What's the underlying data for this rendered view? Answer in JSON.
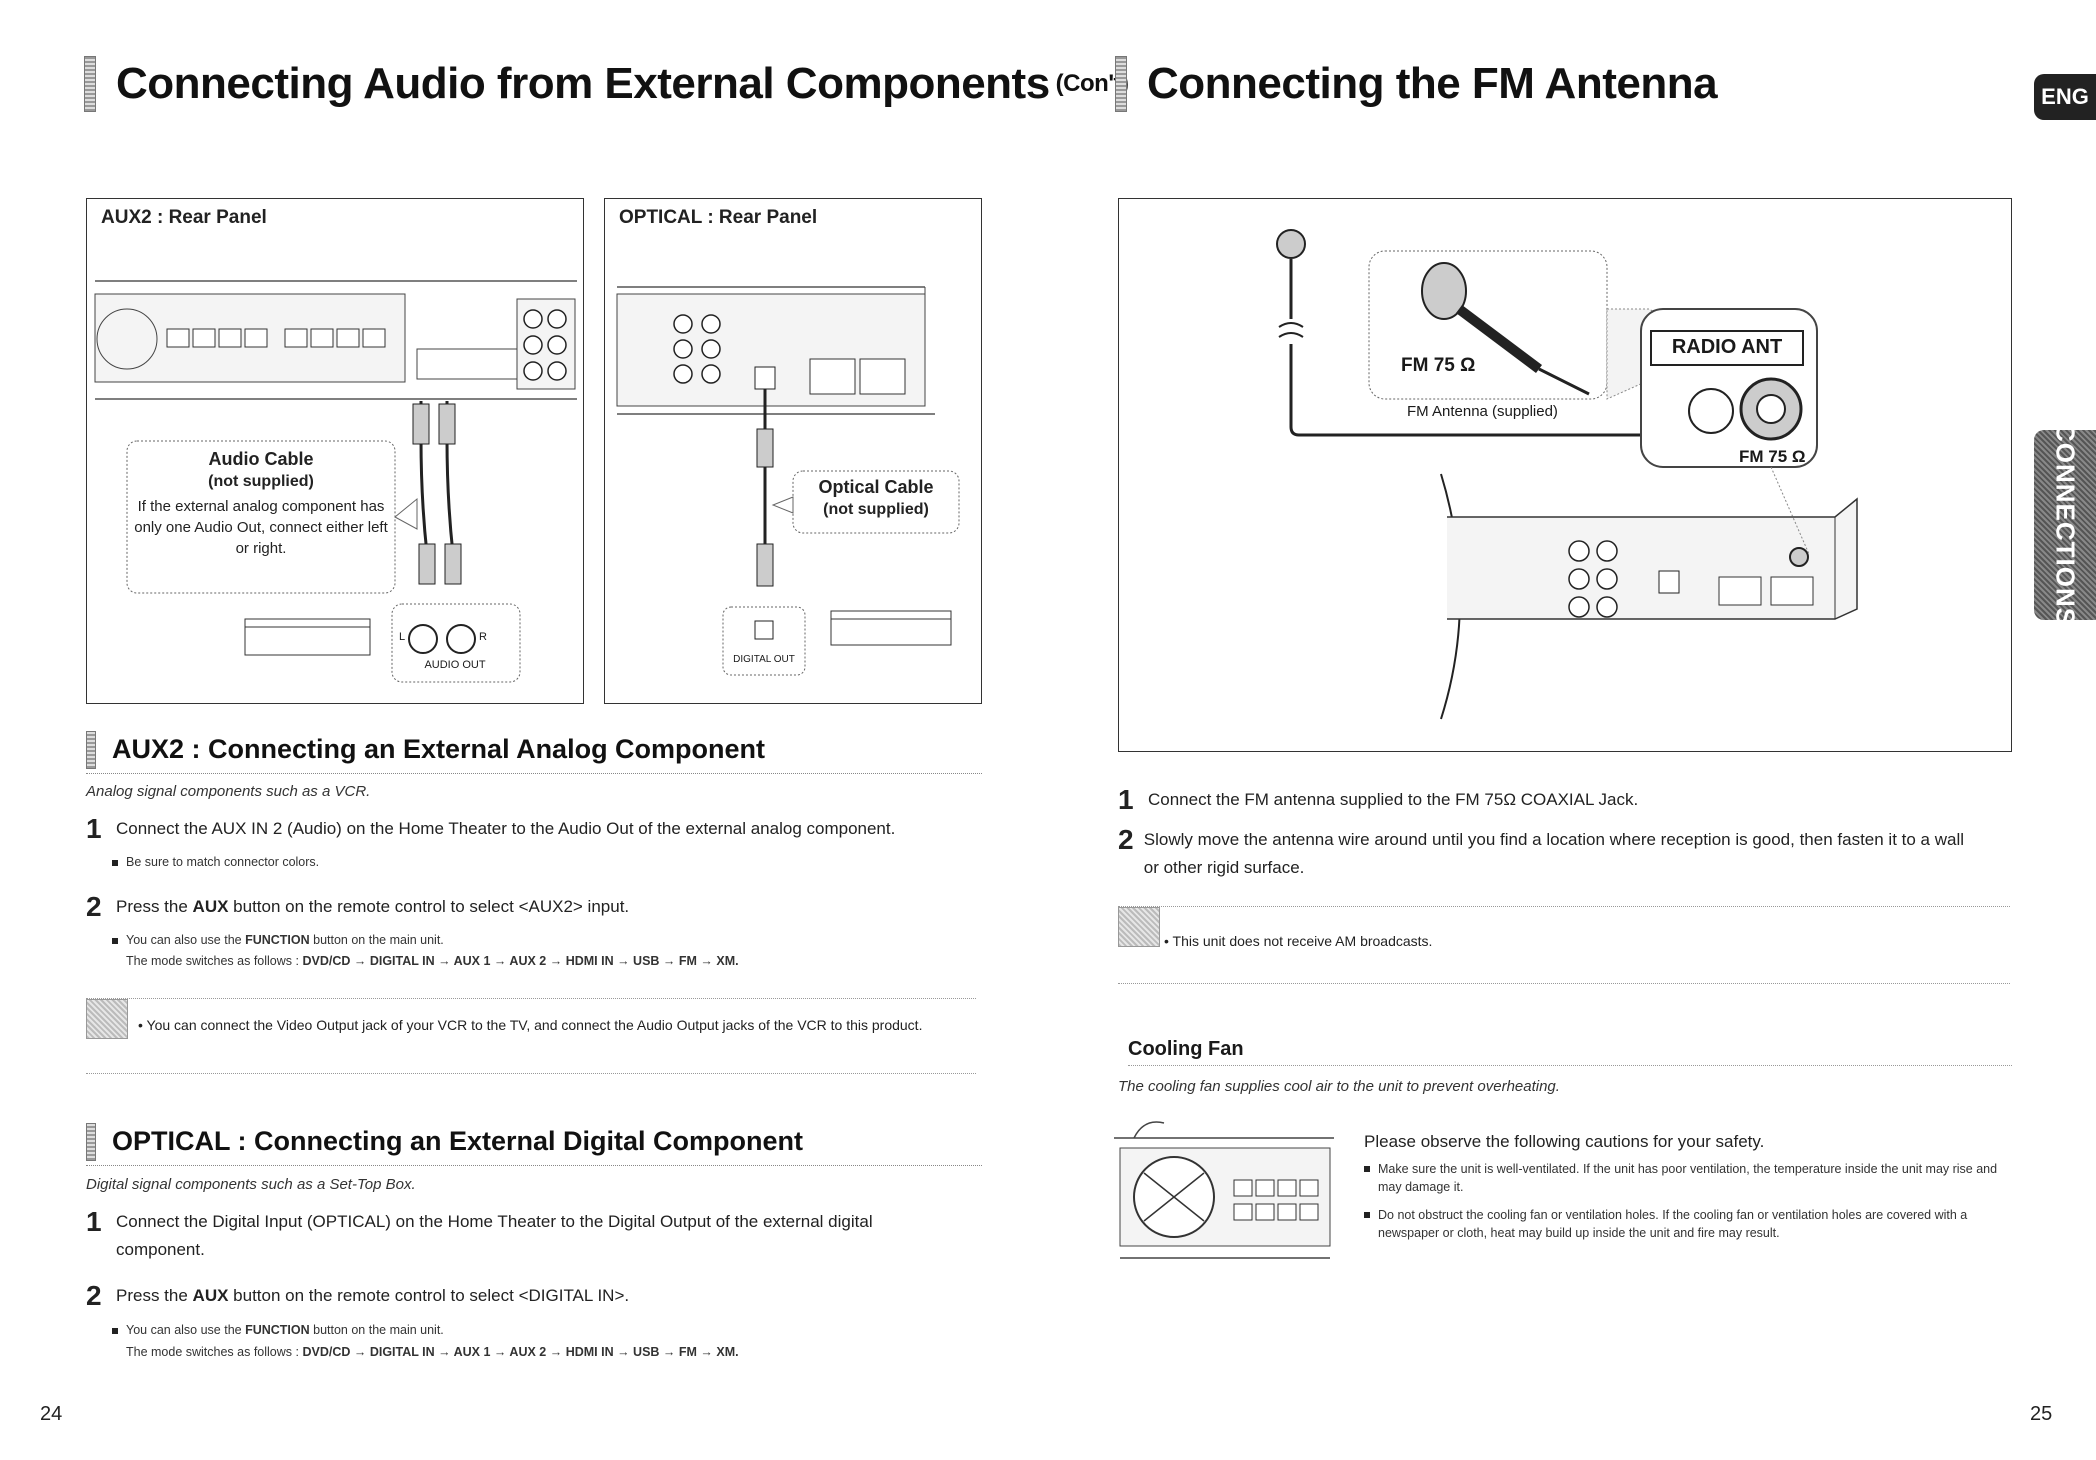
{
  "left_title": {
    "main": "Connecting Audio from External Components",
    "suffix": "(Con't)"
  },
  "right_title": "Connecting the FM Antenna",
  "lang_tab": "ENG",
  "section_tab": "CONNECTIONS",
  "aux2_panel": {
    "label": "AUX2 : Rear Panel",
    "cable_title": "Audio Cable",
    "cable_sub": "(not supplied)",
    "cable_note": "If the external analog component has only one Audio Out, connect either left or right.",
    "jack_l": "L",
    "jack_r": "R",
    "jack_caption": "AUDIO OUT"
  },
  "optical_panel": {
    "label": "OPTICAL : Rear Panel",
    "cable_title": "Optical Cable",
    "cable_sub": "(not supplied)",
    "jack_caption": "DIGITAL OUT"
  },
  "aux2_section": {
    "heading": "AUX2 : Connecting an External Analog Component",
    "subtitle": "Analog signal components such as a VCR.",
    "step1_num": "1",
    "step1": "Connect the AUX IN 2 (Audio) on the Home Theater to the Audio Out of the external analog component.",
    "step1_bullet": "Be sure to match connector colors.",
    "step2_num": "2",
    "step2_pre": "Press the ",
    "step2_bold": "AUX",
    "step2_post": " button on the remote control to select <AUX2> input.",
    "bullet_pre": "You can also use the ",
    "bullet_bold": "FUNCTION",
    "bullet_post": " button on the main unit.",
    "mode_pre": "The mode switches as follows : ",
    "mode_seq": "DVD/CD → DIGITAL IN → AUX 1 → AUX 2 → HDMI IN → USB → FM → XM.",
    "note": "• You can connect the Video Output jack of your VCR to the TV, and connect the Audio Output jacks of the VCR to this product."
  },
  "optical_section": {
    "heading": "OPTICAL : Connecting an External Digital Component",
    "subtitle": "Digital signal components such as a Set-Top Box.",
    "step1_num": "1",
    "step1": "Connect the Digital Input (OPTICAL) on the Home Theater to the Digital Output of the external digital component.",
    "step2_num": "2",
    "step2_pre": "Press the ",
    "step2_bold": "AUX",
    "step2_post": " button on the remote control to select <DIGITAL IN>.",
    "bullet_pre": "You can also use the ",
    "bullet_bold": "FUNCTION",
    "bullet_post": " button on the main unit.",
    "mode_pre": "The mode switches as follows : ",
    "mode_seq": "DVD/CD → DIGITAL IN → AUX 1 → AUX 2 → HDMI IN → USB → FM → XM."
  },
  "fm_panel": {
    "fm_label": "FM 75 Ω",
    "antenna_caption": "FM Antenna (supplied)",
    "radio_ant": "RADIO ANT",
    "fm_label2": "FM 75 Ω"
  },
  "fm_section": {
    "step1_num": "1",
    "step1": "Connect the FM antenna supplied to the FM 75Ω COAXIAL Jack.",
    "step2_num": "2",
    "step2": "Slowly move the antenna wire around until you find a location where reception is good, then fasten it to a wall or other rigid surface.",
    "note": "• This unit does not receive AM broadcasts."
  },
  "cooling": {
    "heading": "Cooling Fan",
    "subtitle": "The cooling fan supplies cool air to the unit to  prevent overheating.",
    "intro": "Please observe the following cautions for your safety.",
    "bullet1": "Make sure the unit is well-ventilated. If the unit has poor ventilation, the temperature inside the unit may rise and may damage it.",
    "bullet2": "Do not obstruct the cooling fan or ventilation holes. If the cooling fan or ventilation holes are covered with a newspaper or cloth, heat may build up inside the unit and fire may result."
  },
  "page_left": "24",
  "page_right": "25"
}
